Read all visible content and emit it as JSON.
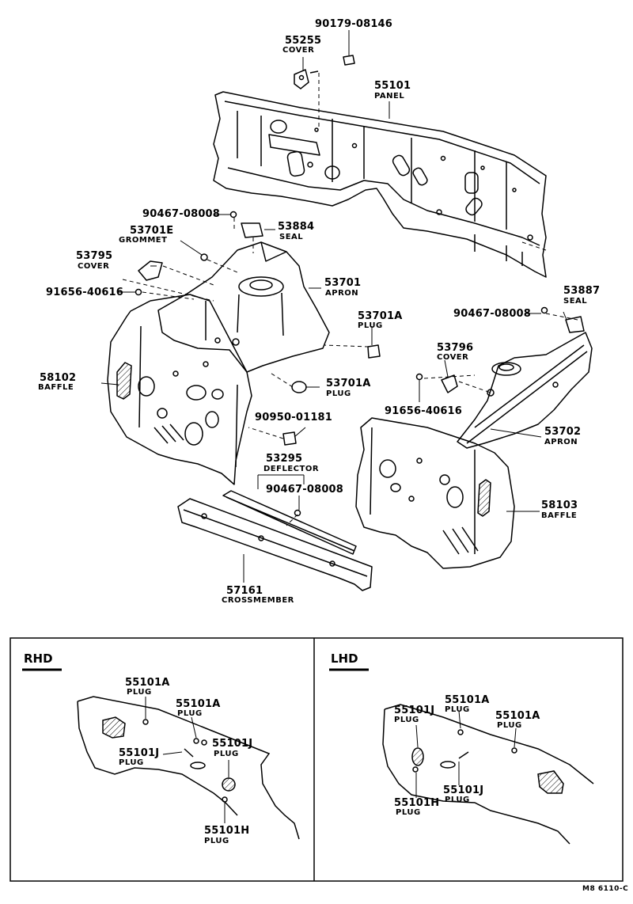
{
  "parts": [
    {
      "number": "90179-08146",
      "name": ""
    },
    {
      "number": "55255",
      "name": "COVER"
    },
    {
      "number": "55101",
      "name": "PANEL"
    },
    {
      "number": "90467-08008",
      "name": ""
    },
    {
      "number": "53884",
      "name": "SEAL"
    },
    {
      "number": "53701E",
      "name": "GROMMET"
    },
    {
      "number": "53795",
      "name": "COVER"
    },
    {
      "number": "91656-40616",
      "name": ""
    },
    {
      "number": "53701",
      "name": "APRON"
    },
    {
      "number": "53887",
      "name": "SEAL"
    },
    {
      "number": "90467-08008",
      "name": ""
    },
    {
      "number": "53701A",
      "name": "PLUG"
    },
    {
      "number": "53796",
      "name": "COVER"
    },
    {
      "number": "58102",
      "name": "BAFFLE"
    },
    {
      "number": "53701A",
      "name": "PLUG"
    },
    {
      "number": "91656-40616",
      "name": ""
    },
    {
      "number": "90950-01181",
      "name": ""
    },
    {
      "number": "53702",
      "name": "APRON"
    },
    {
      "number": "53295",
      "name": "DEFLECTOR"
    },
    {
      "number": "90467-08008",
      "name": ""
    },
    {
      "number": "58103",
      "name": "BAFFLE"
    },
    {
      "number": "57161",
      "name": "CROSSMEMBER"
    }
  ],
  "rhd": {
    "title": "RHD",
    "parts": [
      {
        "number": "55101A",
        "name": "PLUG"
      },
      {
        "number": "55101A",
        "name": "PLUG"
      },
      {
        "number": "55101J",
        "name": "PLUG"
      },
      {
        "number": "55101J",
        "name": "PLUG"
      },
      {
        "number": "55101H",
        "name": "PLUG"
      }
    ]
  },
  "lhd": {
    "title": "LHD",
    "parts": [
      {
        "number": "55101J",
        "name": "PLUG"
      },
      {
        "number": "55101A",
        "name": "PLUG"
      },
      {
        "number": "55101A",
        "name": "PLUG"
      },
      {
        "number": "55101H",
        "name": "PLUG"
      },
      {
        "number": "55101J",
        "name": "PLUG"
      }
    ]
  },
  "drawing_code": "M8 6110-C"
}
